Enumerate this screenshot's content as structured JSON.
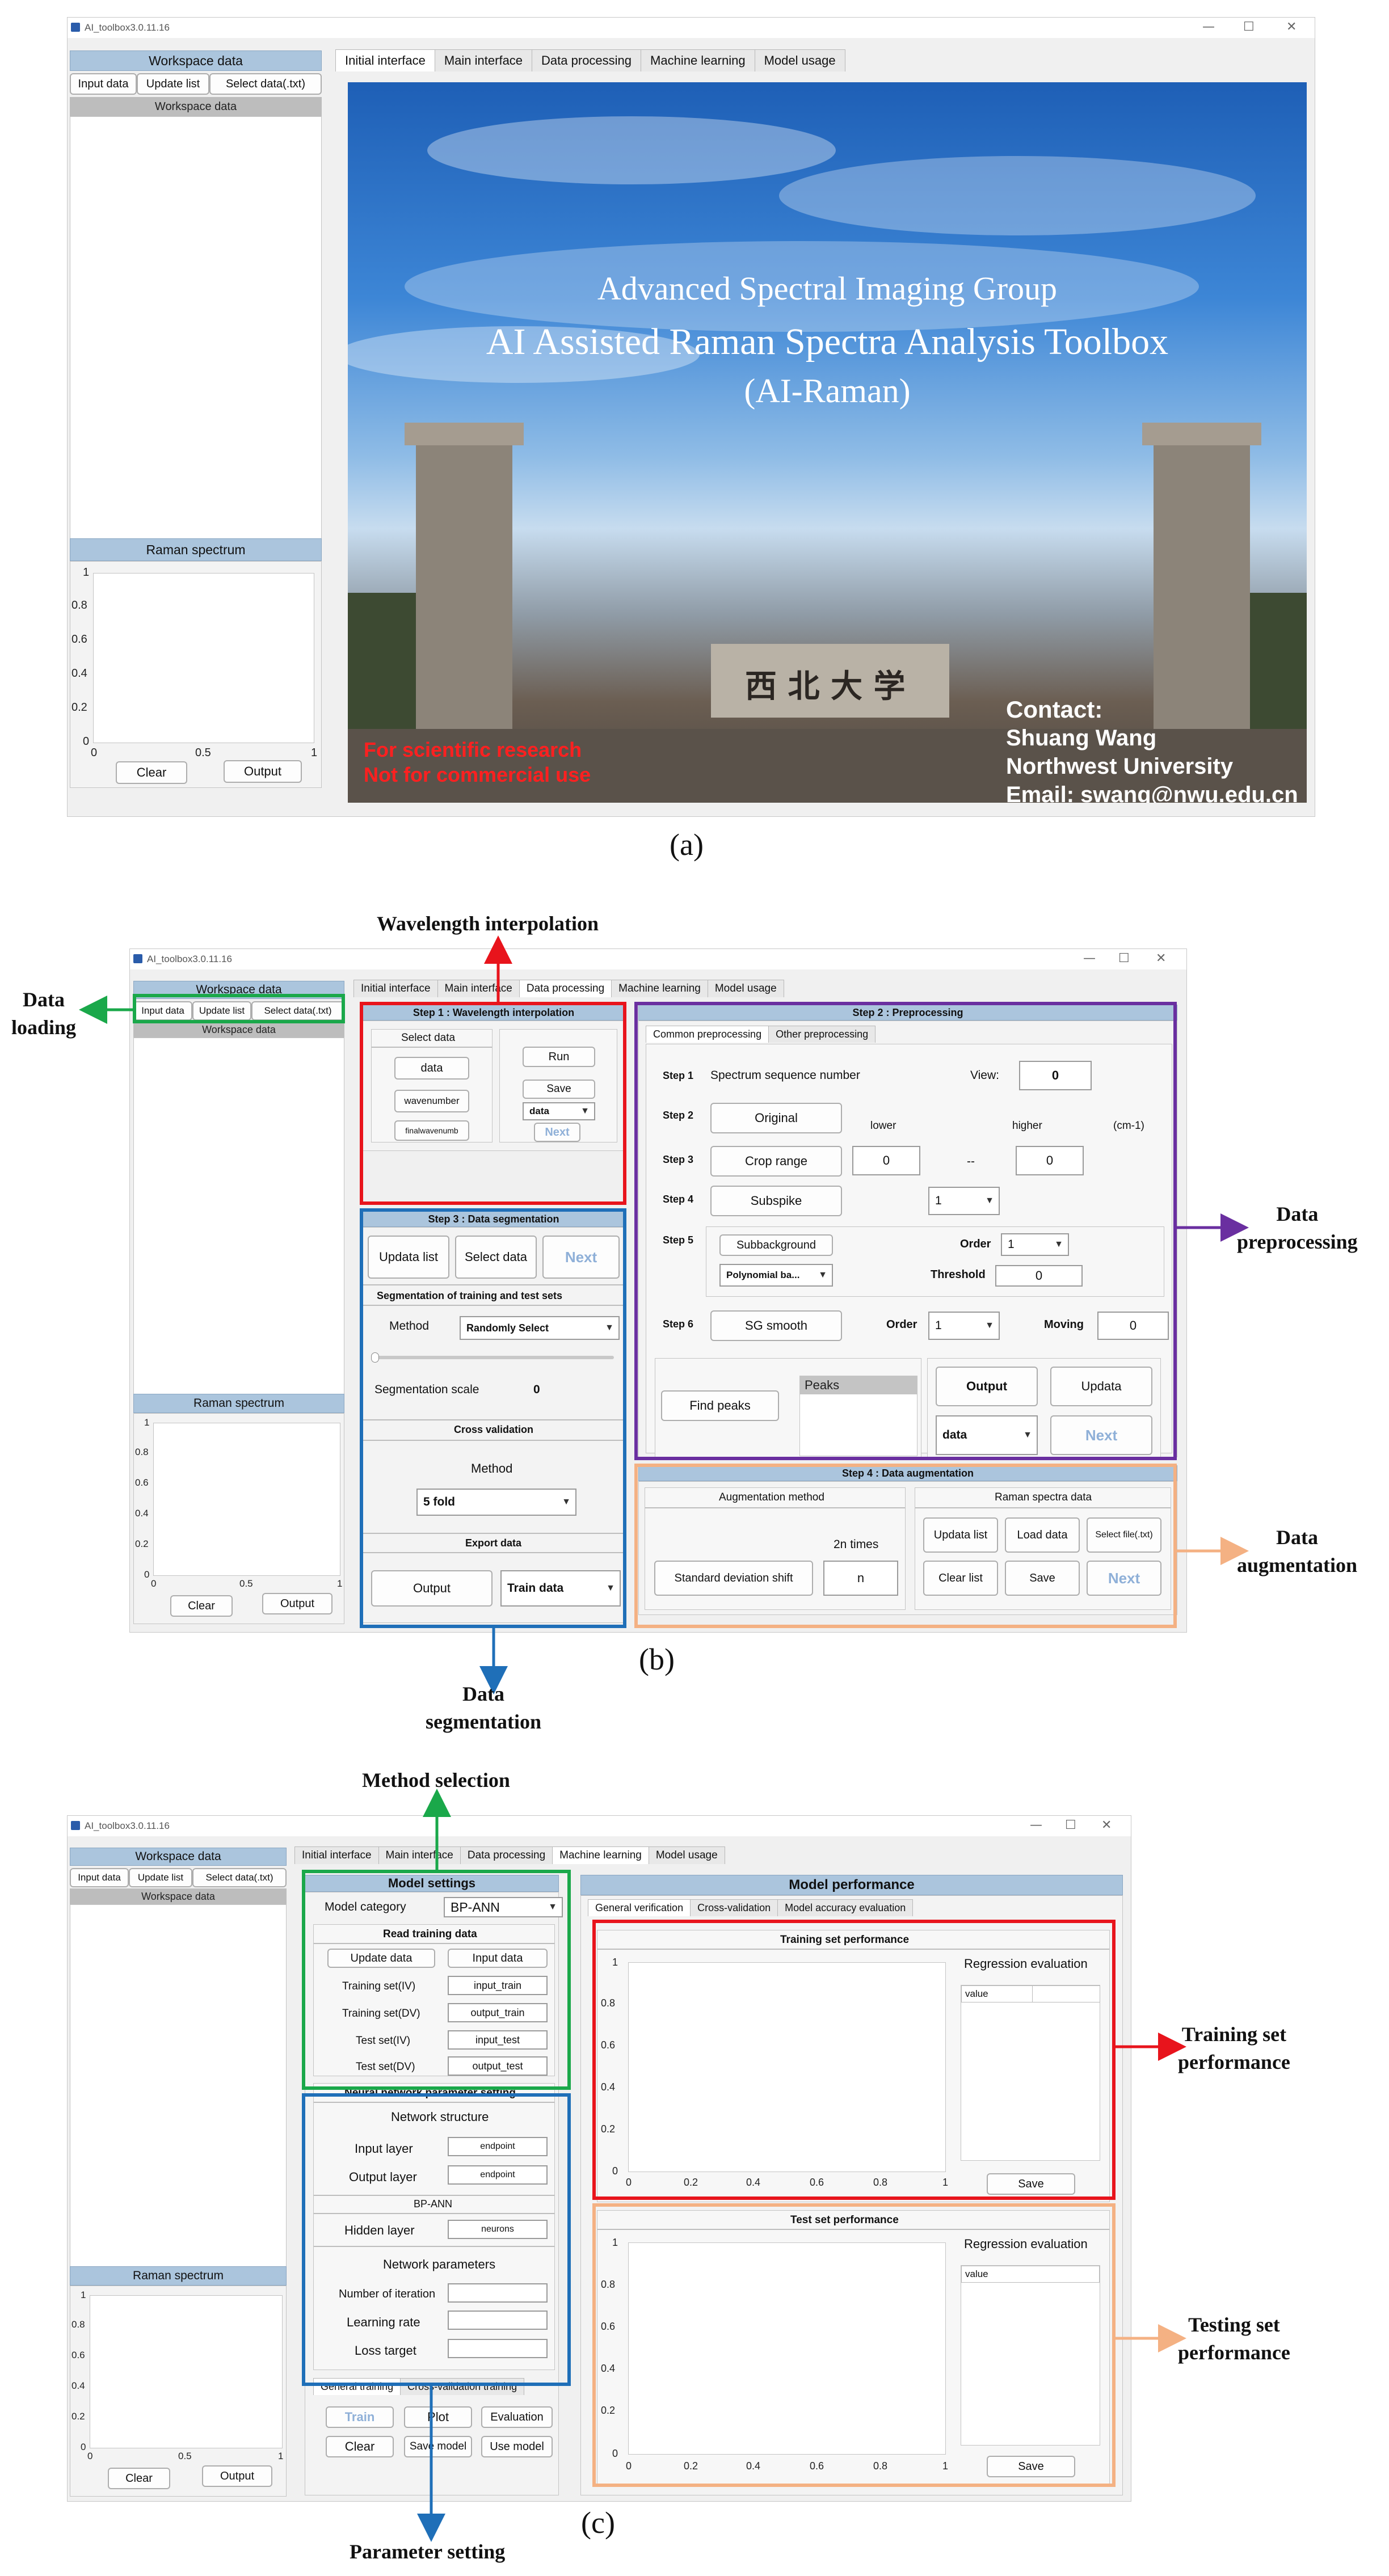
{
  "app_title": "AI_toolbox3.0.11.16",
  "window_controls": {
    "minimize": "—",
    "maximize": "☐",
    "close": "✕"
  },
  "sidebar": {
    "workspace_header": "Workspace data",
    "buttons": {
      "input": "Input data",
      "update": "Update list",
      "select": "Select data(.txt)"
    },
    "workspace_subheader": "Workspace data",
    "spectrum_header": "Raman spectrum",
    "y_ticks": [
      "1",
      "0.8",
      "0.6",
      "0.4",
      "0.2",
      "0"
    ],
    "x_ticks": [
      "0",
      "0.5",
      "1"
    ],
    "clear": "Clear",
    "output": "Output"
  },
  "tabs": [
    "Initial interface",
    "Main interface",
    "Data processing",
    "Machine learning",
    "Model usage"
  ],
  "panel_a": {
    "banner_line1": "Advanced Spectral Imaging Group",
    "banner_line2": "AI Assisted Raman Spectra Analysis Toolbox",
    "banner_line3": "(AI-Raman)",
    "gate_text": "西 北 大 学",
    "notice1": "For scientific research",
    "notice2": "Not for commercial use",
    "contact1": "Contact:",
    "contact2": "Shuang Wang",
    "contact3": "Northwest University",
    "contact4": "Email: swang@nwu.edu.cn",
    "caption": "(a)"
  },
  "panel_b": {
    "step1": {
      "title": "Step 1 : Wavelength interpolation",
      "select_tab": "Select data",
      "data": "data",
      "wavenumber": "wavenumber",
      "finalwave": "finalwavenumb",
      "run": "Run",
      "save": "Save",
      "dd": "data",
      "next": "Next"
    },
    "step3": {
      "title": "Step 3 : Data segmentation",
      "update": "Updata list",
      "select": "Select data",
      "next": "Next",
      "seg_title": "Segmentation of training and test sets",
      "method_lbl": "Method",
      "method_val": "Randomly Select",
      "scale_lbl": "Segmentation scale",
      "scale_val": "0",
      "cv_title": "Cross validation",
      "cv_method": "Method",
      "cv_val": "5 fold",
      "export_title": "Export data",
      "output": "Output",
      "export_val": "Train data"
    },
    "step2": {
      "title": "Step 2 : Preprocessing",
      "tab1": "Common preprocessing",
      "tab2": "Other preprocessing",
      "s1": "Step 1",
      "s1_lbl": "Spectrum sequence number",
      "view": "View:",
      "view_val": "0",
      "s2": "Step 2",
      "original": "Original",
      "lower": "lower",
      "higher": "higher",
      "unit": "(cm-1)",
      "s3": "Step 3",
      "crop": "Crop range",
      "crop_lo": "0",
      "dash": "--",
      "crop_hi": "0",
      "s4": "Step 4",
      "subspike": "Subspike",
      "spike_dd": "1",
      "s5": "Step 5",
      "subbg": "Subbackground",
      "order": "Order",
      "order_dd": "1",
      "poly_dd": "Polynomial ba...",
      "threshold": "Threshold",
      "thr_val": "0",
      "s6": "Step 6",
      "sg": "SG smooth",
      "order6": "Order",
      "order6_dd": "1",
      "moving": "Moving",
      "mov_val": "0",
      "find_peaks": "Find peaks",
      "peaks": "Peaks",
      "output": "Output",
      "updata": "Updata",
      "out_dd": "data",
      "next": "Next"
    },
    "step4": {
      "title": "Step 4 : Data augmentation",
      "aug_method": "Augmentation method",
      "times": "2n times",
      "std": "Standard deviation shift",
      "n": "n",
      "raman_data": "Raman spectra data",
      "update": "Updata list",
      "load": "Load data",
      "selectf": "Select file(.txt)",
      "clear": "Clear list",
      "save": "Save",
      "next": "Next"
    },
    "callouts": {
      "wavelength": "Wavelength interpolation",
      "loading": "Data\nloading",
      "preprocessing": "Data\npreprocessing",
      "augmentation": "Data\naugmentation",
      "segmentation": "Data\nsegmentation"
    },
    "caption": "(b)"
  },
  "panel_c": {
    "model_settings": "Model settings",
    "model_category": "Model category",
    "model_val": "BP-ANN",
    "read_title": "Read training data",
    "update": "Update data",
    "input": "Input data",
    "rows": [
      [
        "Training set(IV)",
        "input_train"
      ],
      [
        "Training set(DV)",
        "output_train"
      ],
      [
        "Test set(IV)",
        "input_test"
      ],
      [
        "Test set(DV)",
        "output_test"
      ]
    ],
    "nn_title": "Neural network parameter setting",
    "net_struct": "Network structure",
    "input_layer": "Input layer",
    "input_layer_val": "endpoint",
    "output_layer": "Output layer",
    "output_layer_val": "endpoint",
    "bpann": "BP-ANN",
    "hidden": "Hidden layer",
    "hidden_val": "neurons",
    "net_params": "Network parameters",
    "iter": "Number of iteration",
    "lr": "Learning rate",
    "loss": "Loss target",
    "tab_general": "General training",
    "tab_cv": "Cross-validation training",
    "train": "Train",
    "plot": "Plot",
    "evaluation": "Evaluation",
    "clear": "Clear",
    "save_model": "Save model",
    "use_model": "Use model",
    "perf_title": "Model performance",
    "ptab1": "General verification",
    "ptab2": "Cross-validation",
    "ptab3": "Model accuracy evaluation",
    "train_perf": "Training set performance",
    "test_perf": "Test set performance",
    "regression": "Regression evaluation",
    "value": "value",
    "save": "Save",
    "y_ticks": [
      "1",
      "0.8",
      "0.6",
      "0.4",
      "0.2",
      "0"
    ],
    "x_ticks": [
      "0",
      "0.2",
      "0.4",
      "0.6",
      "0.8",
      "1"
    ],
    "callouts": {
      "method": "Method selection",
      "train": "Training set\nperformance",
      "test": "Testing set\nperformance",
      "param": "Parameter setting"
    },
    "caption": "(c)"
  },
  "colors": {
    "red": "#e8141c",
    "blue": "#1f6fb8",
    "green": "#1aa84a",
    "purple": "#6a2fa0",
    "orange": "#f4b183"
  }
}
